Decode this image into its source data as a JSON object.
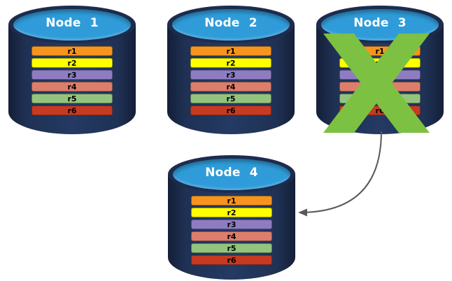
{
  "nodes": [
    {
      "label": "Node 1",
      "failed": false,
      "replicas": [
        "r1",
        "r2",
        "r3",
        "r4",
        "r5",
        "r6"
      ]
    },
    {
      "label": "Node 2",
      "failed": false,
      "replicas": [
        "r1",
        "r2",
        "r3",
        "r4",
        "r5",
        "r6"
      ]
    },
    {
      "label": "Node 3",
      "failed": true,
      "replicas": [
        "r1",
        "r2",
        "r3",
        "r4",
        "r5",
        "r6"
      ]
    },
    {
      "label": "Node 4",
      "failed": false,
      "replicas": [
        "r1",
        "r2",
        "r3",
        "r4",
        "r5",
        "r6"
      ]
    }
  ],
  "replica_colors": {
    "r1": "#F7941E",
    "r2": "#FFFF00",
    "r3": "#8E7CC3",
    "r4": "#DC7E6B",
    "r5": "#93C47D",
    "r6": "#C63A22"
  },
  "colors": {
    "cylinder_body": "#1F3154",
    "cylinder_top_face": "#2F9CD9",
    "failure_x": "#7CC142",
    "arrow": "#595959",
    "node_title_text": "#FFFFFF",
    "replica_text": "#000000"
  },
  "arrow": {
    "from": "Node 3",
    "to": "Node 4"
  }
}
